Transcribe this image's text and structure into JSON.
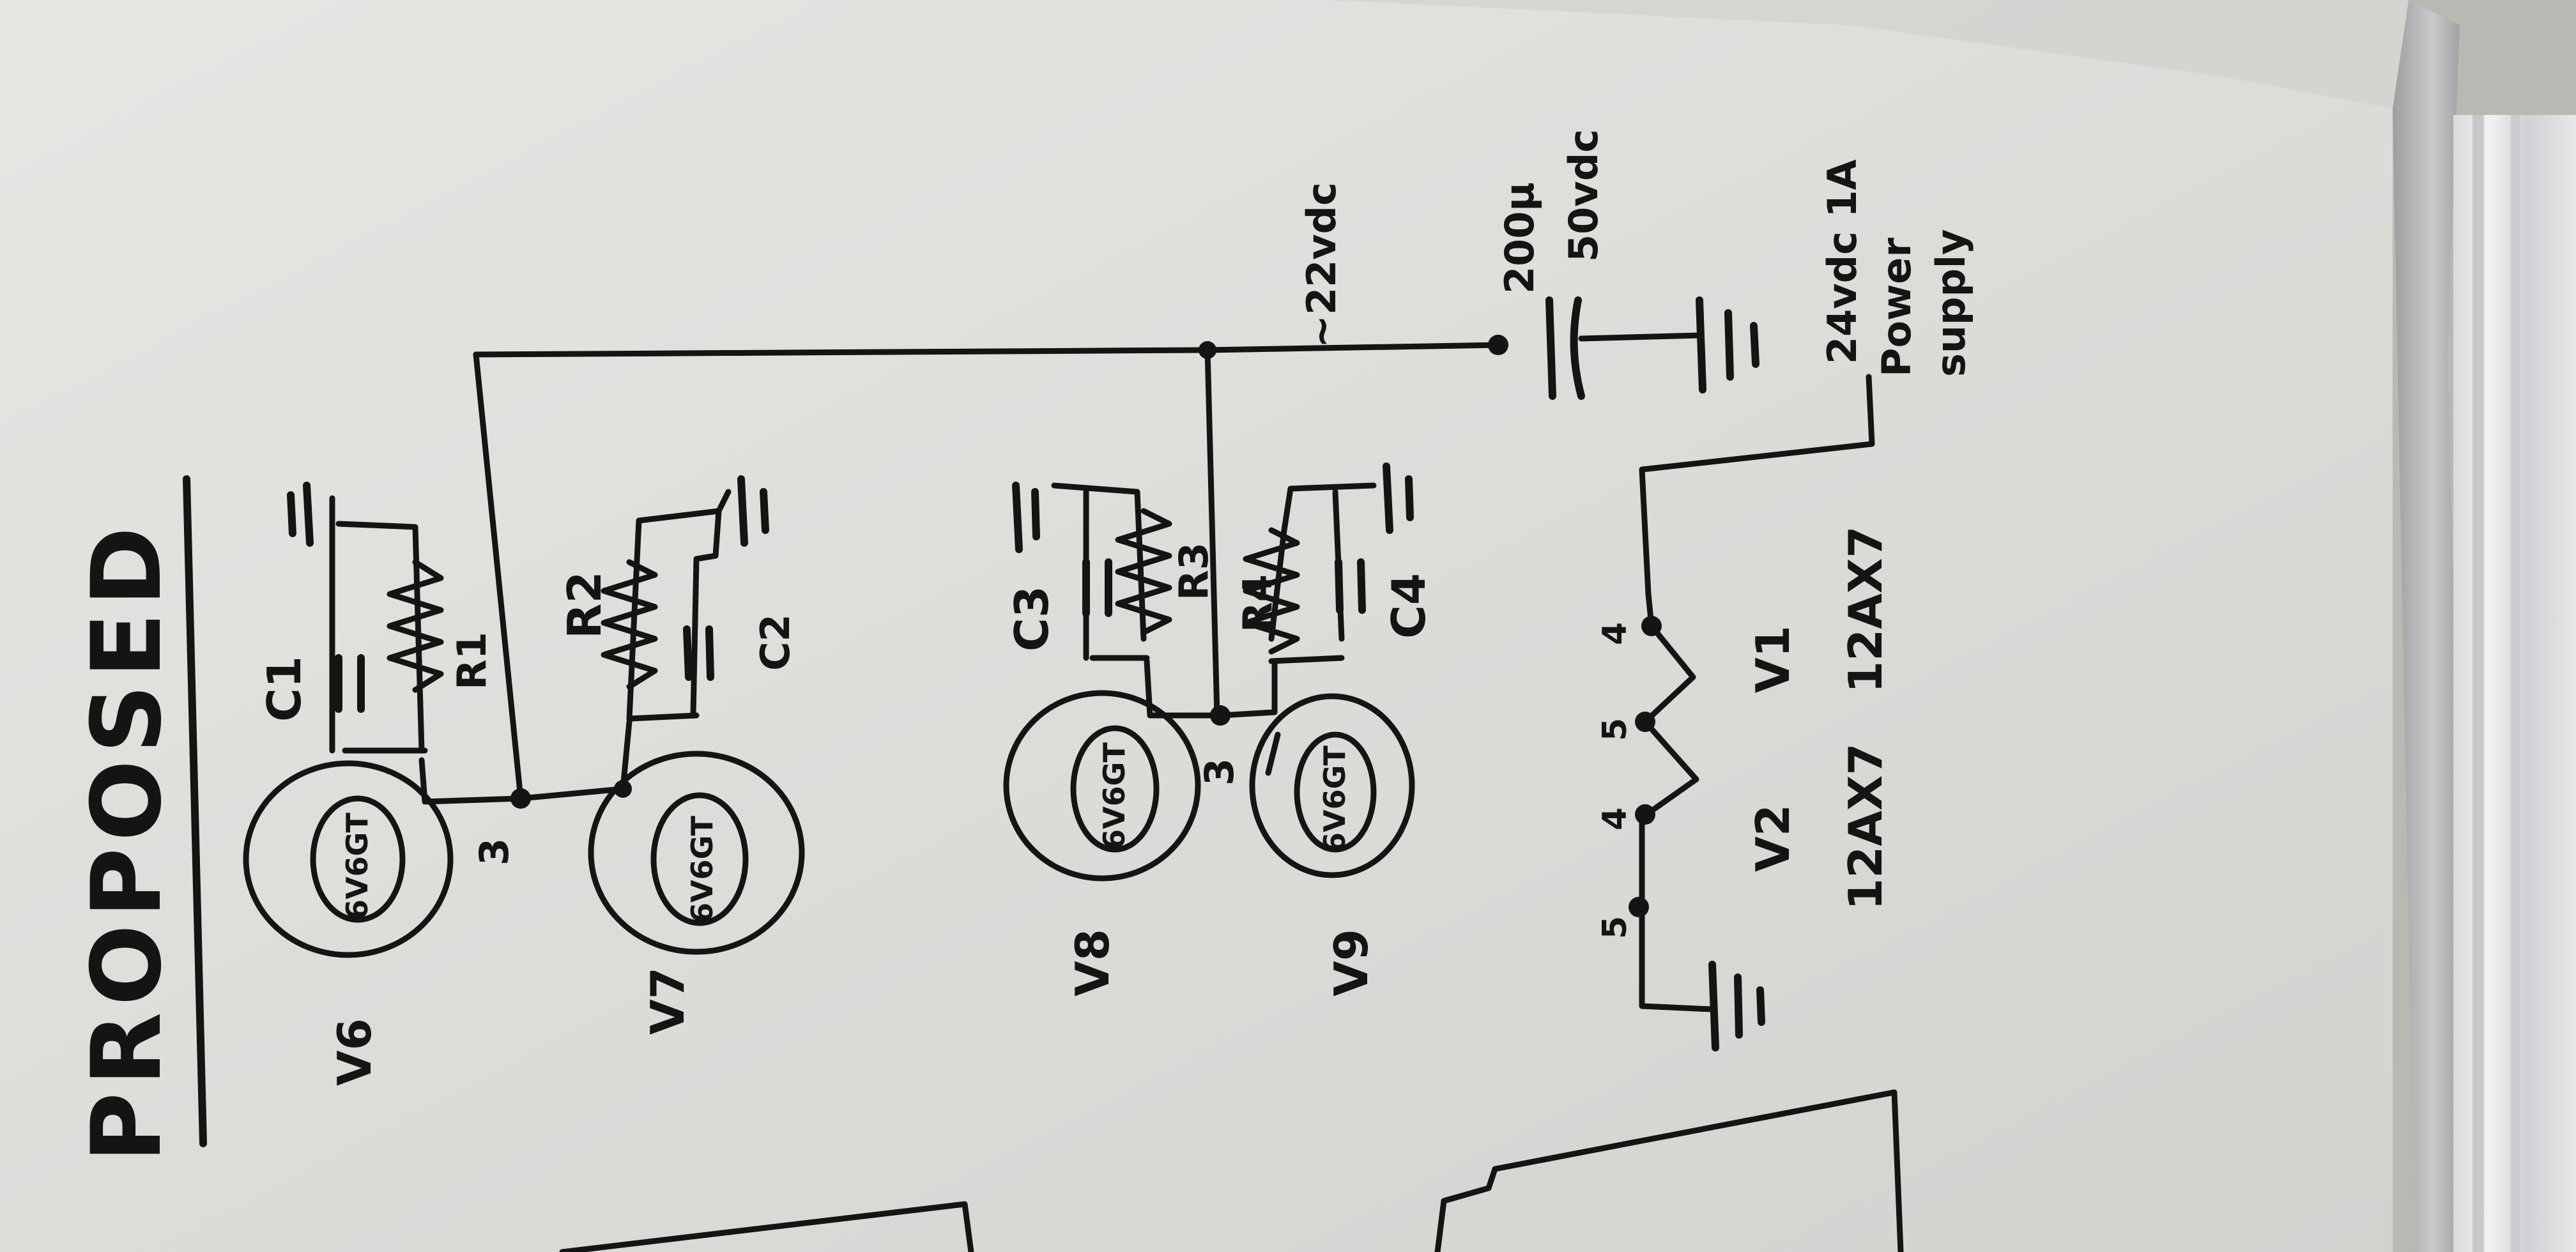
{
  "title": "PROPOSED",
  "labels": {
    "v6": "V6",
    "v7": "V7",
    "v8": "V8",
    "v9": "V9",
    "v1": "V1",
    "v2": "V2",
    "c1": "C1",
    "c2": "C2",
    "c3": "C3",
    "c4": "C4",
    "r1": "R1",
    "r2": "R2",
    "r3": "R3",
    "r4": "R4",
    "pin3_left": "3",
    "pin3_right": "3",
    "pin4_a": "4",
    "pin4_b": "4",
    "pin5_a": "5",
    "pin5_b": "5",
    "tube_type_6v6": "6V6GT",
    "tube_type_12ax7": "12AX7",
    "supply_voltage": "~22vdc",
    "cap_rating_1": "200μ",
    "cap_rating_2": "50vdc",
    "psu_1": "24vdc 1A",
    "psu_2": "Power",
    "psu_3": "supply"
  }
}
